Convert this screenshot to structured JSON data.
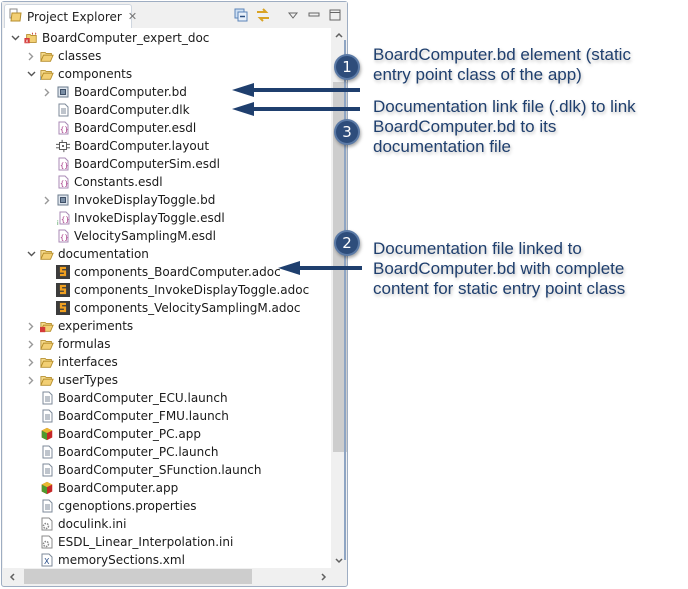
{
  "panel": {
    "tab_title": "Project Explorer",
    "tab_close": "✕",
    "toolbar": [
      "collapse-all",
      "link-with-editor",
      "view-menu",
      "minimize",
      "maximize"
    ]
  },
  "tree": {
    "items": [
      {
        "label": "BoardComputer_expert_doc",
        "level": 0,
        "expanded": true,
        "icon": "project"
      },
      {
        "label": "classes",
        "level": 1,
        "expanded": false,
        "icon": "folder"
      },
      {
        "label": "components",
        "level": 1,
        "expanded": true,
        "icon": "folder-info"
      },
      {
        "label": "BoardComputer.bd",
        "level": 2,
        "expanded": false,
        "icon": "bd"
      },
      {
        "label": "BoardComputer.dlk",
        "level": 2,
        "icon": "text-file"
      },
      {
        "label": "BoardComputer.esdl",
        "level": 2,
        "icon": "esdl"
      },
      {
        "label": "BoardComputer.layout",
        "level": 2,
        "icon": "layout"
      },
      {
        "label": "BoardComputerSim.esdl",
        "level": 2,
        "icon": "esdl"
      },
      {
        "label": "Constants.esdl",
        "level": 2,
        "icon": "esdl"
      },
      {
        "label": "InvokeDisplayToggle.bd",
        "level": 2,
        "expanded": false,
        "icon": "bd"
      },
      {
        "label": "InvokeDisplayToggle.esdl",
        "level": 2,
        "icon": "esdl-info"
      },
      {
        "label": "VelocitySamplingM.esdl",
        "level": 2,
        "icon": "esdl"
      },
      {
        "label": "documentation",
        "level": 1,
        "expanded": true,
        "icon": "folder"
      },
      {
        "label": "components_BoardComputer.adoc",
        "level": 2,
        "icon": "adoc"
      },
      {
        "label": "components_InvokeDisplayToggle.adoc",
        "level": 2,
        "icon": "adoc"
      },
      {
        "label": "components_VelocitySamplingM.adoc",
        "level": 2,
        "icon": "adoc"
      },
      {
        "label": "experiments",
        "level": 1,
        "expanded": false,
        "icon": "folder-error"
      },
      {
        "label": "formulas",
        "level": 1,
        "expanded": false,
        "icon": "folder"
      },
      {
        "label": "interfaces",
        "level": 1,
        "expanded": false,
        "icon": "folder"
      },
      {
        "label": "userTypes",
        "level": 1,
        "expanded": false,
        "icon": "folder"
      },
      {
        "label": "BoardComputer_ECU.launch",
        "level": 1,
        "icon": "text-file"
      },
      {
        "label": "BoardComputer_FMU.launch",
        "level": 1,
        "icon": "text-file"
      },
      {
        "label": "BoardComputer_PC.app",
        "level": 1,
        "icon": "app"
      },
      {
        "label": "BoardComputer_PC.launch",
        "level": 1,
        "icon": "text-file"
      },
      {
        "label": "BoardComputer_SFunction.launch",
        "level": 1,
        "icon": "text-file"
      },
      {
        "label": "BoardComputer.app",
        "level": 1,
        "icon": "app"
      },
      {
        "label": "cgenoptions.properties",
        "level": 1,
        "icon": "text-file"
      },
      {
        "label": "doculink.ini",
        "level": 1,
        "icon": "ini"
      },
      {
        "label": "ESDL_Linear_Interpolation.ini",
        "level": 1,
        "icon": "ini"
      },
      {
        "label": "memorySections.xml",
        "level": 1,
        "icon": "xml"
      }
    ]
  },
  "callouts": [
    {
      "number": "1",
      "text_lines": [
        "BoardComputer.bd element (static",
        "entry point class of the app)"
      ]
    },
    {
      "number": "3",
      "text_lines": [
        "Documentation link file (.dlk) to link",
        "BoardComputer.bd to its",
        "documentation file"
      ]
    },
    {
      "number": "2",
      "text_lines": [
        "Documentation file linked to",
        "BoardComputer.bd with complete",
        "content for static entry point class"
      ]
    }
  ],
  "colors": {
    "callout_blue": "#1f3f6e",
    "circle_blue": "#2e4d7b",
    "folder": "#e8c36a",
    "adoc": "#3a3a3a"
  }
}
